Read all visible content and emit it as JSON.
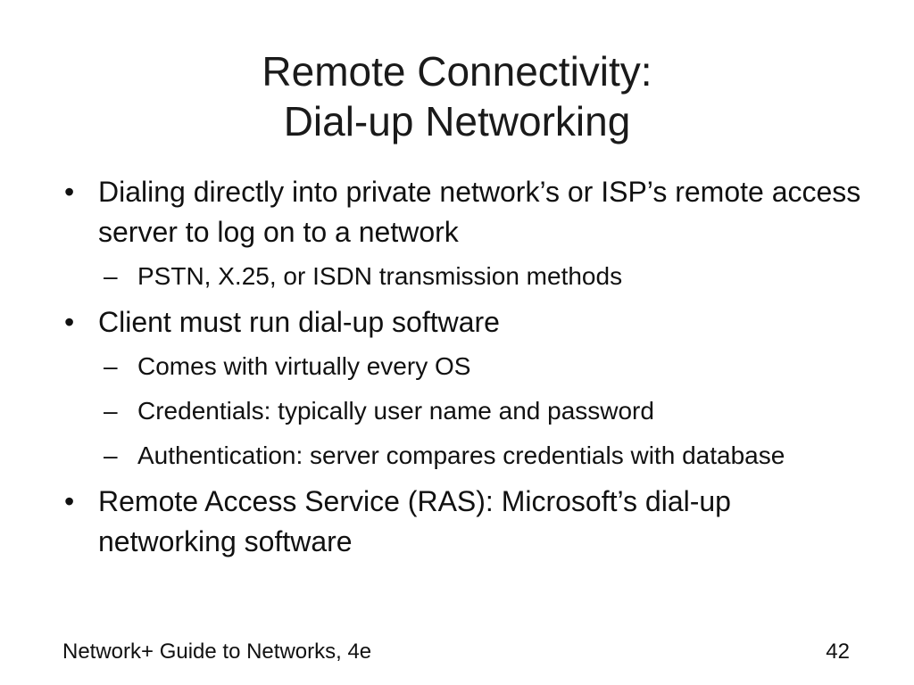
{
  "title": {
    "line1": "Remote Connectivity:",
    "line2": "Dial-up Networking"
  },
  "markers": {
    "bullet": "•",
    "dash": "–"
  },
  "bullets": [
    {
      "text": "Dialing directly into private network’s or ISP’s remote access server to log on to a network",
      "sub": [
        "PSTN, X.25, or ISDN transmission methods"
      ]
    },
    {
      "text": "Client must run dial-up software",
      "sub": [
        "Comes with virtually every OS",
        "Credentials: typically user name and password",
        "Authentication: server compares credentials with database"
      ]
    },
    {
      "text": "Remote Access Service (RAS): Microsoft’s dial-up networking software",
      "sub": []
    }
  ],
  "footer": {
    "left": "Network+ Guide to Networks, 4e",
    "page_number": "42"
  }
}
